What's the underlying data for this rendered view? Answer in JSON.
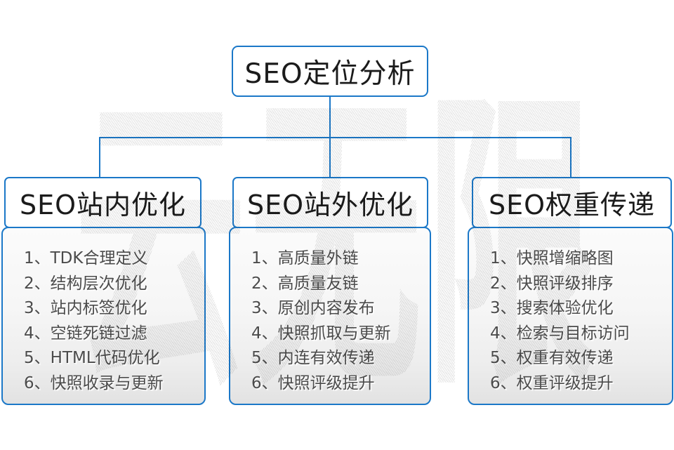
{
  "diagram": {
    "root": {
      "title": "SEO定位分析"
    },
    "columns": [
      {
        "header": "SEO站内优化",
        "items": [
          "1、TDK合理定义",
          "2、结构层次优化",
          "3、站内标签优化",
          "4、空链死链过滤",
          "5、HTML代码优化",
          "6、快照收录与更新"
        ]
      },
      {
        "header": "SEO站外优化",
        "items": [
          "1、高质量外链",
          "2、高质量友链",
          "3、原创内容发布",
          "4、快照抓取与更新",
          "5、内连有效传递",
          "6、快照评级提升"
        ]
      },
      {
        "header": "SEO权重传递",
        "items": [
          "1、快照增缩略图",
          "2、快照评级排序",
          "3、搜索体验优化",
          "4、检索与目标访问",
          "5、权重有效传递",
          "6、权重评级提升"
        ]
      }
    ],
    "watermark": "云无限",
    "colors": {
      "connector_blue": "#1b78c8",
      "panel_gradient_bottom": "#e2e2e2",
      "header_text": "#1b1b1b",
      "list_text": "#4b4b4b",
      "watermark_gray": "#e6e6e6"
    }
  }
}
